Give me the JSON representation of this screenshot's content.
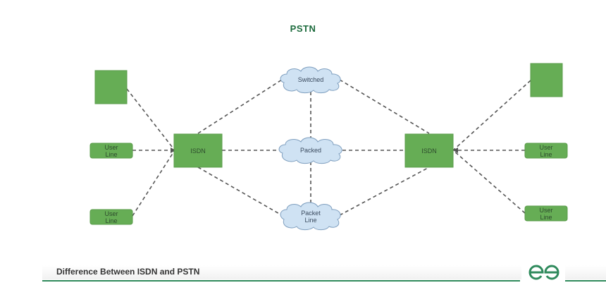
{
  "title": "PSTN",
  "colors": {
    "node_fill": "#66ad55",
    "node_stroke": "#5a9c4a",
    "cloud_fill": "#cfe2f3",
    "cloud_stroke": "#7f9fbf",
    "edge": "#555555",
    "brand": "#2f8a5c"
  },
  "nodes": {
    "left_device": {
      "label": ""
    },
    "left_user_line_1": {
      "label_line1": "User",
      "label_line2": "Line"
    },
    "left_user_line_2": {
      "label_line1": "User",
      "label_line2": "Line"
    },
    "left_isdn": {
      "label": "ISDN"
    },
    "right_isdn": {
      "label": "ISDN"
    },
    "right_device": {
      "label": ""
    },
    "right_user_line_1": {
      "label_line1": "User",
      "label_line2": "Line"
    },
    "right_user_line_2": {
      "label_line1": "User",
      "label_line2": "Line"
    },
    "cloud_switched": {
      "label": "Switched"
    },
    "cloud_packed": {
      "label": "Packed"
    },
    "cloud_packet_line": {
      "label_line1": "Packet",
      "label_line2": "Line"
    }
  },
  "edges": [
    [
      "left_device",
      "left_isdn"
    ],
    [
      "left_user_line_1",
      "left_isdn"
    ],
    [
      "left_user_line_2",
      "left_isdn"
    ],
    [
      "left_isdn",
      "cloud_switched"
    ],
    [
      "left_isdn",
      "cloud_packed"
    ],
    [
      "left_isdn",
      "cloud_packet_line"
    ],
    [
      "cloud_switched",
      "cloud_packed"
    ],
    [
      "cloud_packed",
      "cloud_packet_line"
    ],
    [
      "cloud_switched",
      "right_isdn"
    ],
    [
      "cloud_packed",
      "right_isdn"
    ],
    [
      "cloud_packet_line",
      "right_isdn"
    ],
    [
      "right_device",
      "right_isdn"
    ],
    [
      "right_user_line_1",
      "right_isdn"
    ],
    [
      "right_user_line_2",
      "right_isdn"
    ]
  ],
  "footer": {
    "caption": "Difference Between ISDN and PSTN",
    "logo": "geeksforgeeks-logo-icon"
  }
}
